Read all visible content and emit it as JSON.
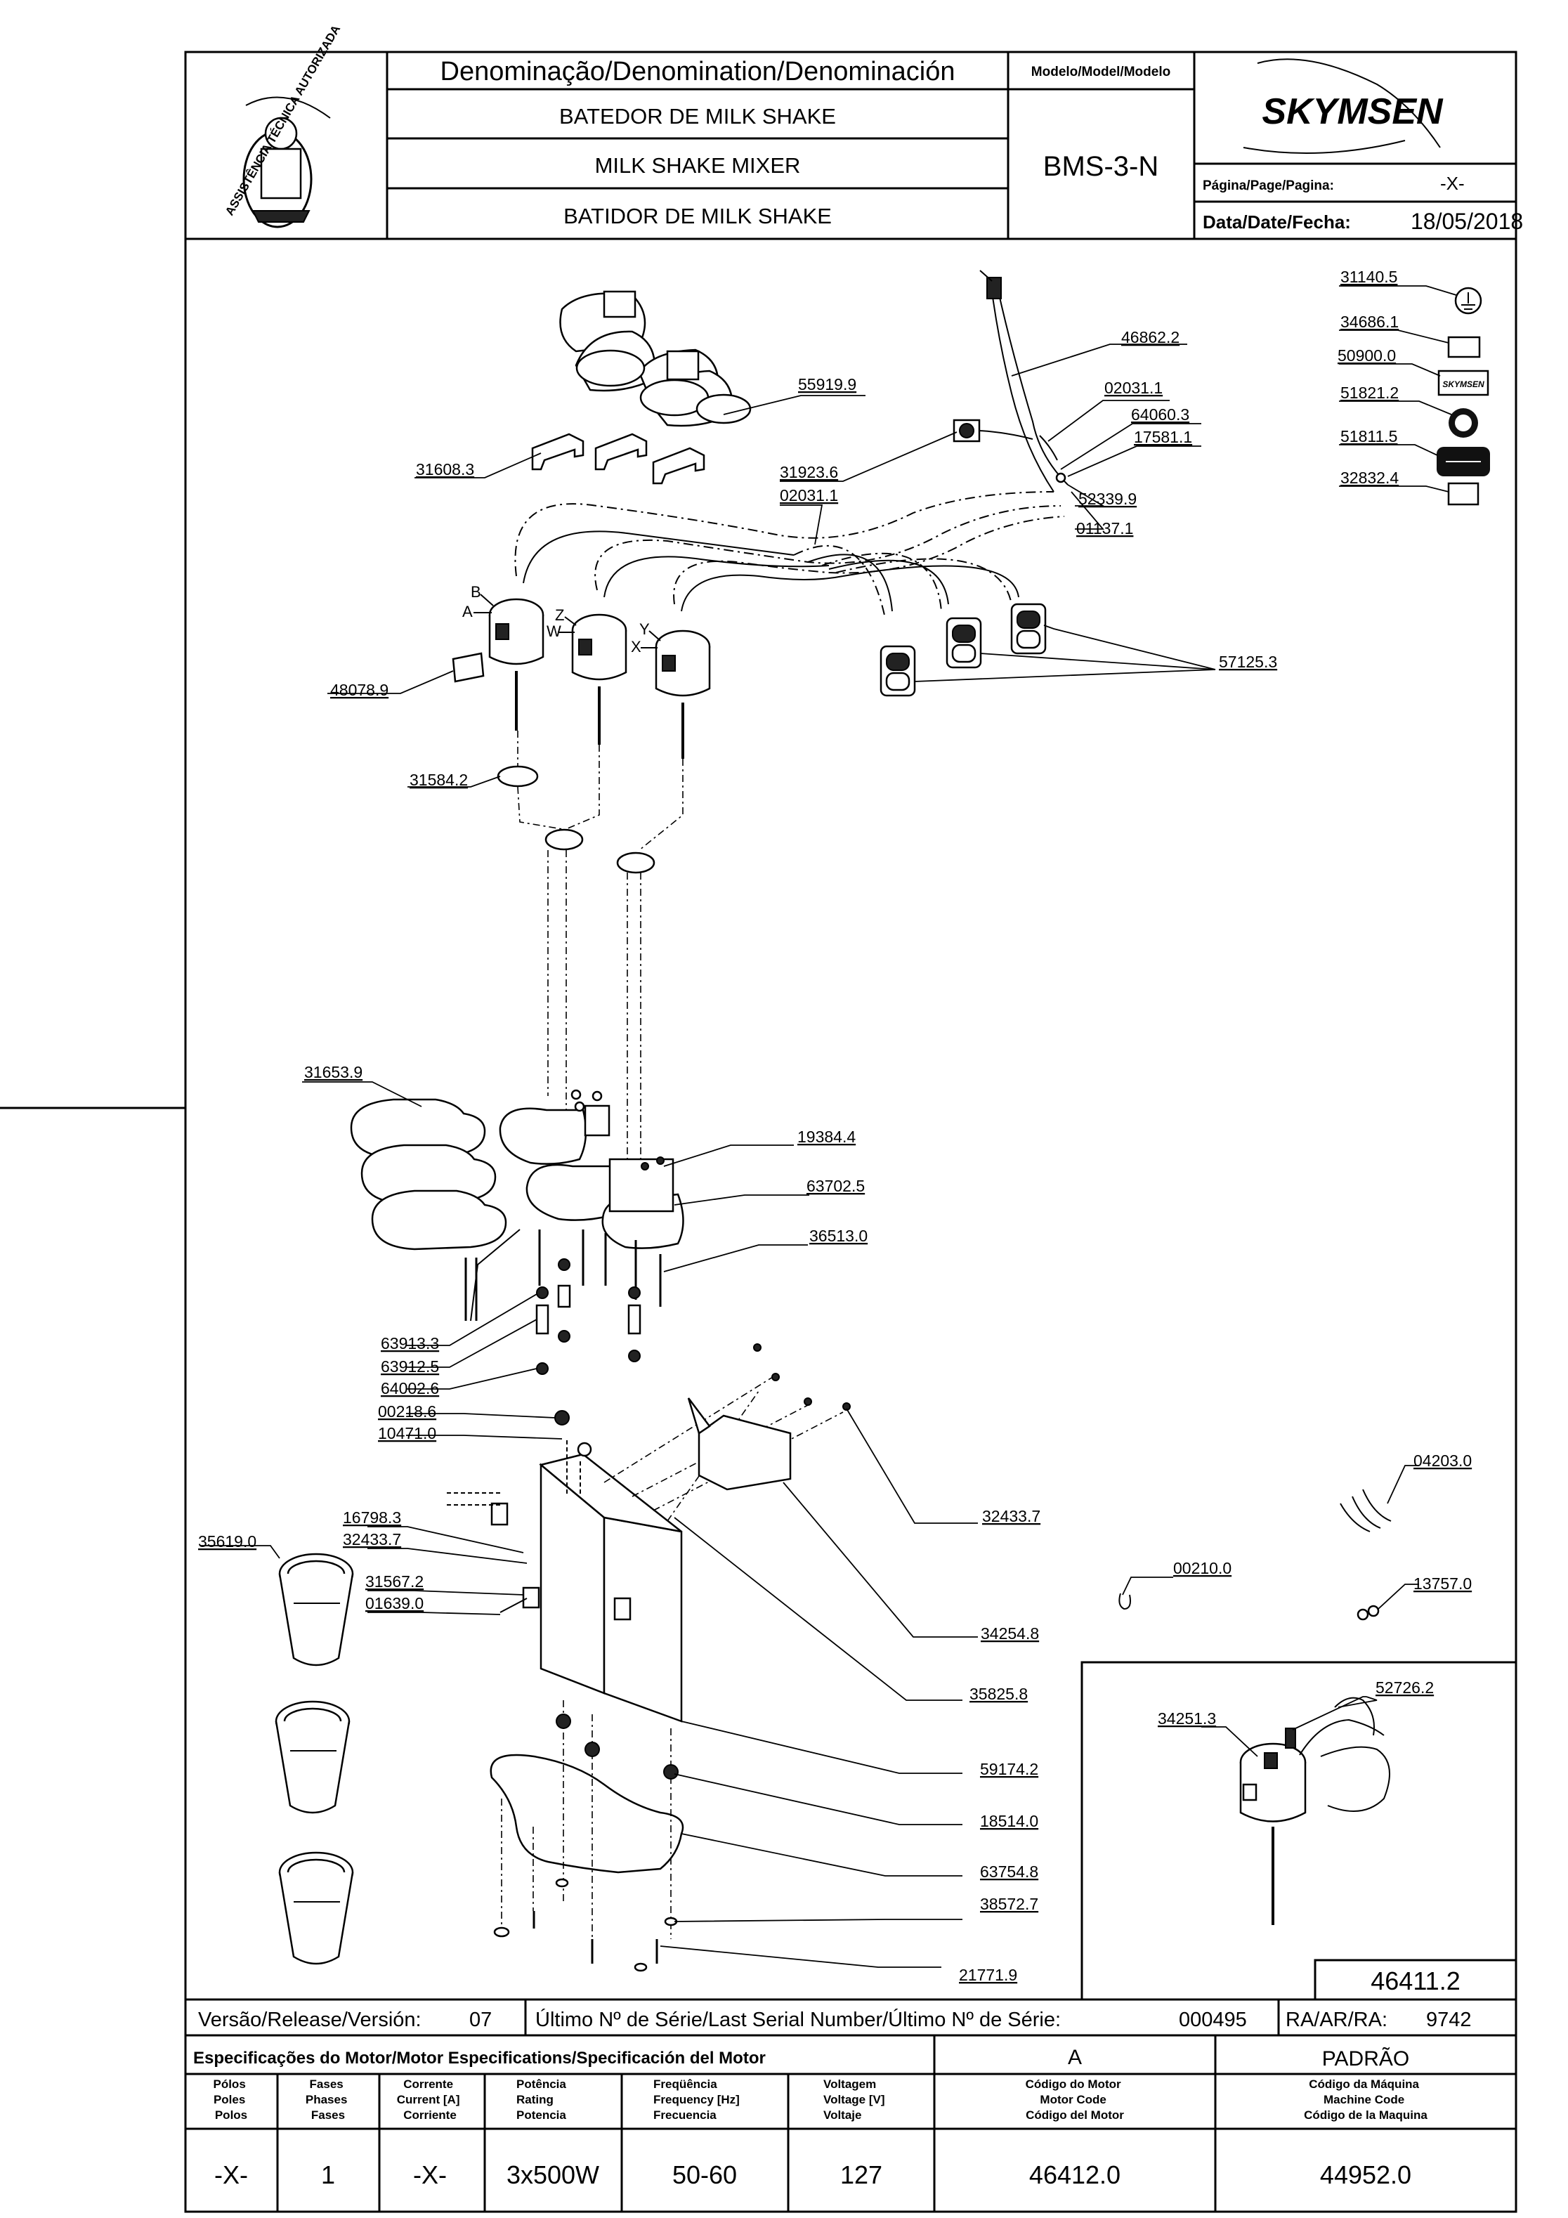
{
  "header": {
    "seal_text": "ASSISTÊNCIA TÉCNICA AUTORIZADA",
    "denomination_label": "Denominação/Denomination/Denominación",
    "model_label": "Modelo/Model/Modelo",
    "name_pt": "BATEDOR DE MILK SHAKE",
    "name_en": "MILK SHAKE MIXER",
    "name_es": "BATIDOR DE MILK SHAKE",
    "model": "BMS-3-N",
    "brand": "SKYMSEN",
    "page_label": "Página/Page/Pagina:",
    "page_value": "-X-",
    "date_label": "Data/Date/Fecha:",
    "date_value": "18/05/2018"
  },
  "parts": [
    "31140.5",
    "34686.1",
    "50900.0",
    "51821.2",
    "51811.5",
    "32832.4",
    "46862.2",
    "02031.1",
    "64060.3",
    "17581.1",
    "52339.9",
    "01137.1",
    "55919.9",
    "31608.3",
    "31923.6",
    "02031.1",
    "57125.3",
    "48078.9",
    "31584.2",
    "31653.9",
    "19384.4",
    "63702.5",
    "36513.0",
    "63913.3",
    "63912.5",
    "64002.6",
    "00218.6",
    "10471.0",
    "16798.3",
    "32433.7",
    "35619.0",
    "31567.2",
    "01639.0",
    "32433.7",
    "34254.8",
    "35825.8",
    "04203.0",
    "00210.0",
    "13757.0",
    "59174.2",
    "18514.0",
    "63754.8",
    "38572.7",
    "21771.9",
    "34251.3",
    "52726.2"
  ],
  "connector_letters": [
    "B",
    "A",
    "Z",
    "W",
    "Y",
    "X"
  ],
  "inset_code": "46411.2",
  "release": {
    "version_label": "Versão/Release/Versión:",
    "version_value": "07",
    "serial_label": "Último Nº de Série/Last Serial Number/Último Nº de Série:",
    "serial_value": "000495",
    "ra_label": "RA/AR/RA:",
    "ra_value": "9742"
  },
  "motor": {
    "spec_title": "Especificações do Motor/Motor Especifications/Specificación del Motor",
    "col_a": "A",
    "col_padrao": "PADRÃO",
    "headers": [
      [
        "Pólos",
        "Poles",
        "Polos"
      ],
      [
        "Fases",
        "Phases",
        "Fases"
      ],
      [
        "Corrente",
        "Current [A]",
        "Corriente"
      ],
      [
        "Potência",
        "Rating",
        "Potencia"
      ],
      [
        "Freqüência",
        "Frequency [Hz]",
        "Frecuencia"
      ],
      [
        "Voltagem",
        "Voltage [V]",
        "Voltaje"
      ],
      [
        "Código do Motor",
        "Motor Code",
        "Código del Motor"
      ],
      [
        "Código da Máquina",
        "Machine Code",
        "Código de la Maquina"
      ]
    ],
    "values": [
      "-X-",
      "1",
      "-X-",
      "3x500W",
      "50-60",
      "127",
      "46412.0",
      "44952.0"
    ]
  }
}
